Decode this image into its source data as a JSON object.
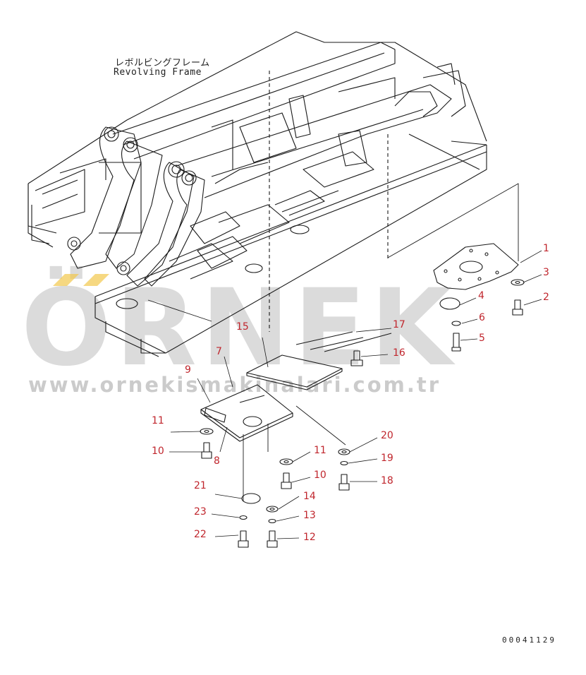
{
  "title": {
    "japanese": "レボルビングフレーム",
    "english": "Revolving Frame"
  },
  "watermark": {
    "brand": "ÖRNEK",
    "url": "www.ornekismakinalari.com.tr"
  },
  "document_number": "00041129",
  "callouts": [
    "1",
    "2",
    "3",
    "4",
    "5",
    "6",
    "7",
    "8",
    "9",
    "10",
    "11",
    "12",
    "13",
    "14",
    "15",
    "16",
    "17",
    "18",
    "19",
    "20",
    "21",
    "22",
    "23"
  ],
  "callout_labels": {
    "n1": "1",
    "n2": "2",
    "n3": "3",
    "n4": "4",
    "n5": "5",
    "n6": "6",
    "n7": "7",
    "n8": "8",
    "n9": "9",
    "n10a": "10",
    "n10b": "10",
    "n11a": "11",
    "n11b": "11",
    "n12": "12",
    "n13": "13",
    "n14": "14",
    "n15": "15",
    "n16": "16",
    "n17": "17",
    "n18": "18",
    "n19": "19",
    "n20": "20",
    "n21": "21",
    "n22": "22",
    "n23": "23"
  },
  "colors": {
    "line": "#1a1a1a",
    "callout_text": "#c0262d",
    "watermark": "#b0b0b0",
    "watermark_accent": "#f2c84b"
  }
}
